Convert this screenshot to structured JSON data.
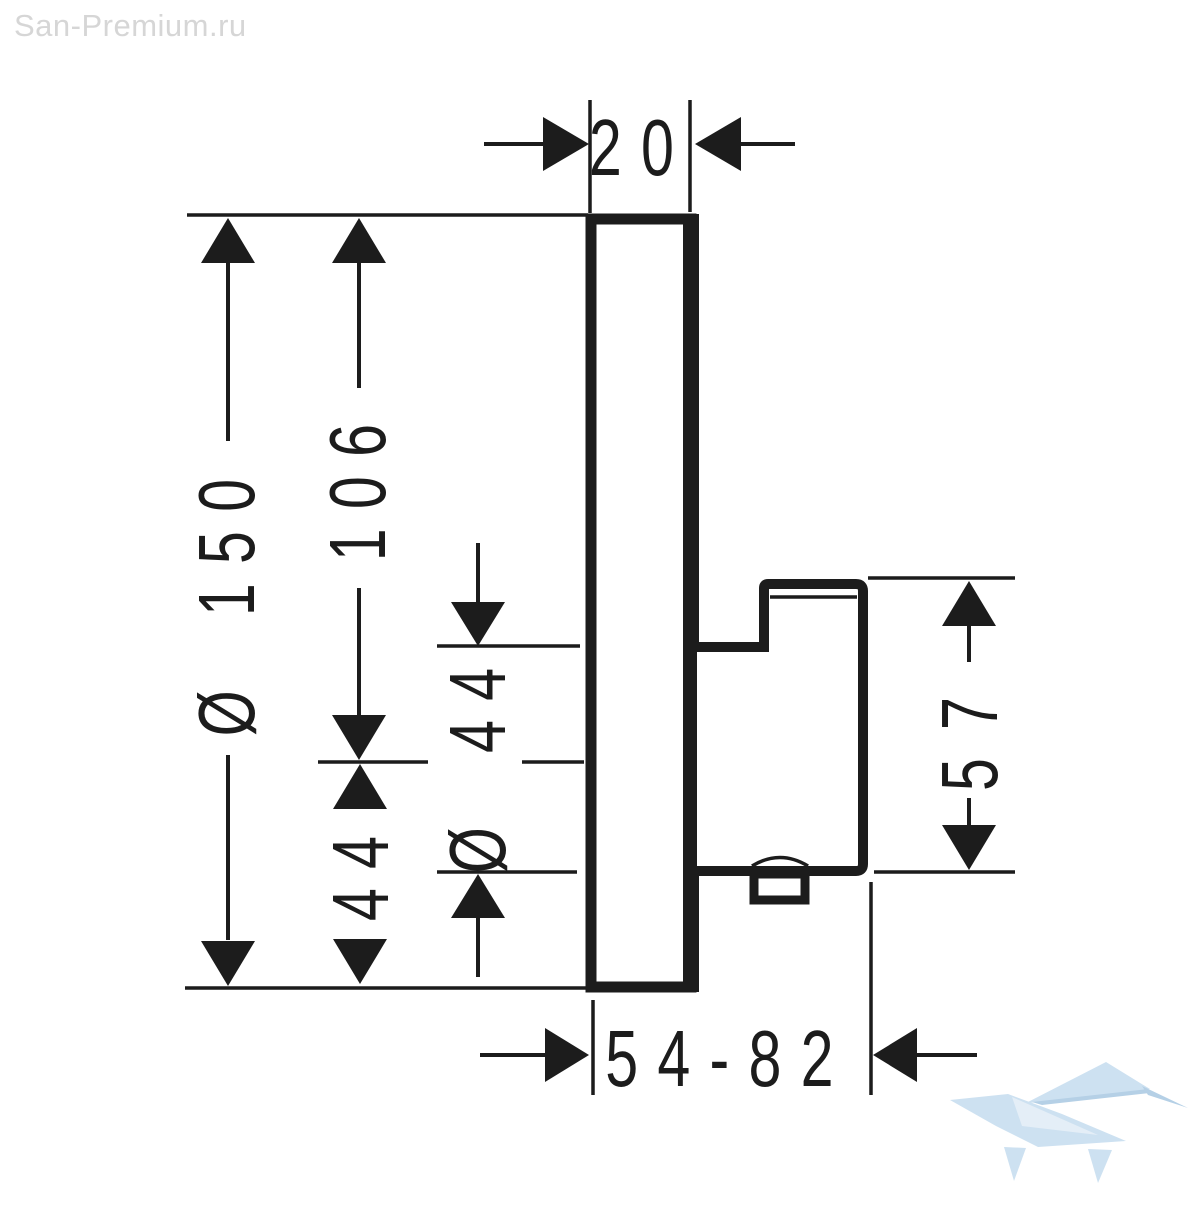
{
  "watermark": {
    "text": "San-Premium.ru",
    "color": "#d6d6d6"
  },
  "drawing": {
    "type": "technical-dimension-drawing",
    "subject": "concealed shower mixer side cross-section",
    "ink_color": "#1c1c1c",
    "background": "#ffffff",
    "dimensions": {
      "plate_thickness": {
        "label": "20"
      },
      "plate_diameter": {
        "label": "Ø 150"
      },
      "plate_top_to_valve_center": {
        "label": "106"
      },
      "valve_center_to_plate_bottom": {
        "label": "44"
      },
      "valve_body_diameter": {
        "label": "Ø 44"
      },
      "valve_body_height": {
        "label": "57"
      },
      "installation_depth_range": {
        "label": "54-82"
      }
    }
  },
  "logo": {
    "shape": "origami-bird",
    "color_main": "#cde1f1",
    "color_dark": "#b5d0e6",
    "color_light": "#e4eef7"
  }
}
